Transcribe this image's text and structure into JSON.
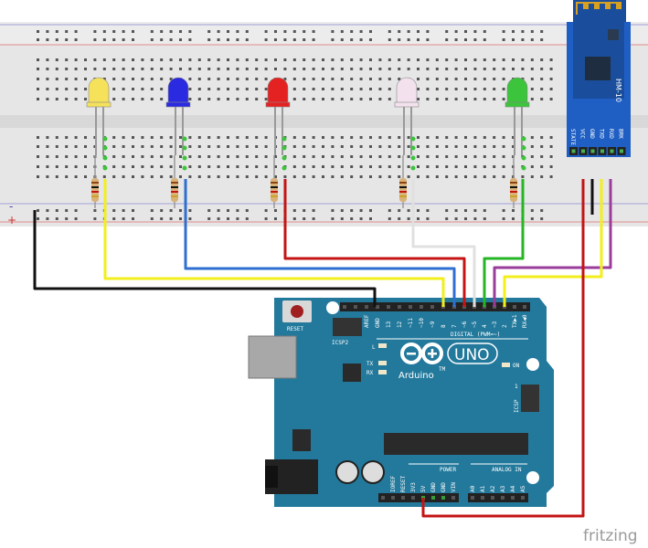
{
  "breadboard": {
    "minus_label": "-",
    "plus_label": "+"
  },
  "leds": [
    {
      "color": "#f5e15a",
      "wire": "#f2ef1c"
    },
    {
      "color": "#2a2ae0",
      "wire": "#2f6fd0"
    },
    {
      "color": "#e52222",
      "wire": "#c41414"
    },
    {
      "color": "#f3e2ee",
      "wire": "#ffffff"
    },
    {
      "color": "#3cc43c",
      "wire": "#25b525"
    }
  ],
  "bluetooth": {
    "model": "HM-10",
    "pins": [
      "STATE",
      "VCC",
      "GND",
      "TXD",
      "RXD",
      "BRK"
    ],
    "board_color": "#1f5fc4"
  },
  "arduino": {
    "reset_label": "RESET",
    "icsp2_label": "ICSP2",
    "digital_pins": [
      "",
      "",
      "AREF",
      "GND",
      "13",
      "12",
      "~11",
      "~10",
      "~9",
      "8",
      "7",
      "~6",
      "~5",
      "4",
      "~3",
      "2",
      "TX▶1",
      "RX◀0"
    ],
    "digital_label": "DIGITAL (PWM=~)",
    "led_l": "L",
    "led_tx": "TX",
    "led_rx": "RX",
    "logo_text": "UNO",
    "brand": "Arduino",
    "trademark": "TM",
    "on_label": "ON",
    "icsp_label": "ICSP",
    "icsp_pin1": "1",
    "power_label": "POWER",
    "analog_label": "ANALOG IN",
    "power_pins": [
      "",
      "IOREF",
      "RESET",
      "3V3",
      "5V",
      "GND",
      "GND",
      "VIN"
    ],
    "analog_pins": [
      "A0",
      "A1",
      "A2",
      "A3",
      "A4",
      "A5"
    ],
    "board_color": "#23799c"
  },
  "watermark": "fritzing"
}
